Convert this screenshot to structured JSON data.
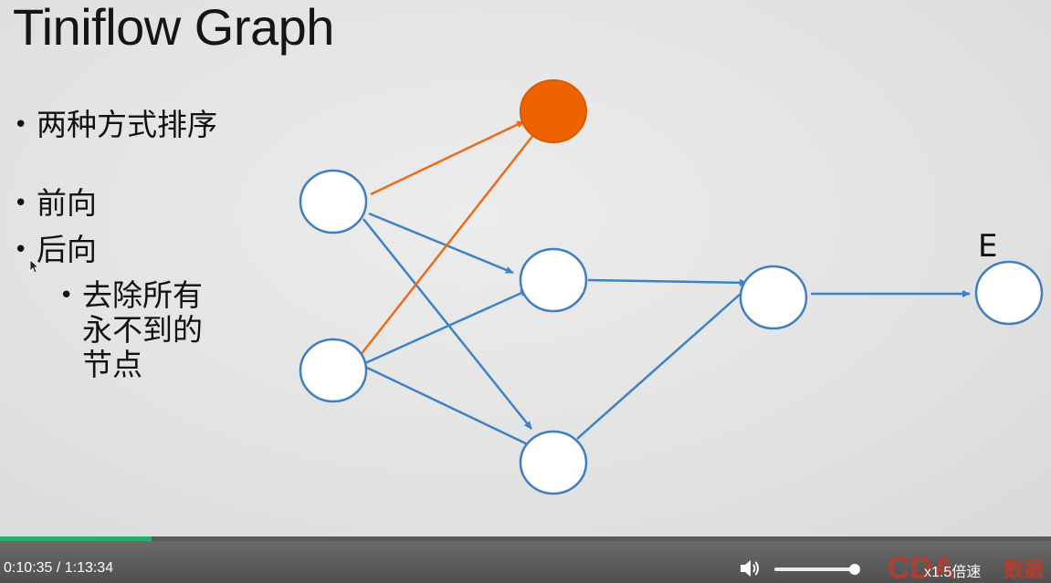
{
  "slide": {
    "title": "Tiniflow Graph",
    "bullets": [
      {
        "text": "两种方式排序",
        "level": 1
      },
      {
        "text": "前向",
        "level": 1
      },
      {
        "text": "后向",
        "level": 1
      },
      {
        "text": "去除所有永不到的节点",
        "level": 2
      }
    ],
    "graph": {
      "node_label": "E",
      "colors": {
        "node_fill": "#ffffff",
        "node_stroke": "#3f7fc0",
        "highlight_fill": "#ee6300",
        "orange_edge": "#e86c1a",
        "blue_edge": "#3c82c4"
      }
    }
  },
  "player": {
    "time": "0:10:35 / 1:13:34",
    "progress": 0.144,
    "volume": 1.0,
    "speed": "x1.5倍速",
    "logo_text": "CDA 数据",
    "colors": {
      "progress": "#1fb26a",
      "bar": "#595959"
    }
  }
}
